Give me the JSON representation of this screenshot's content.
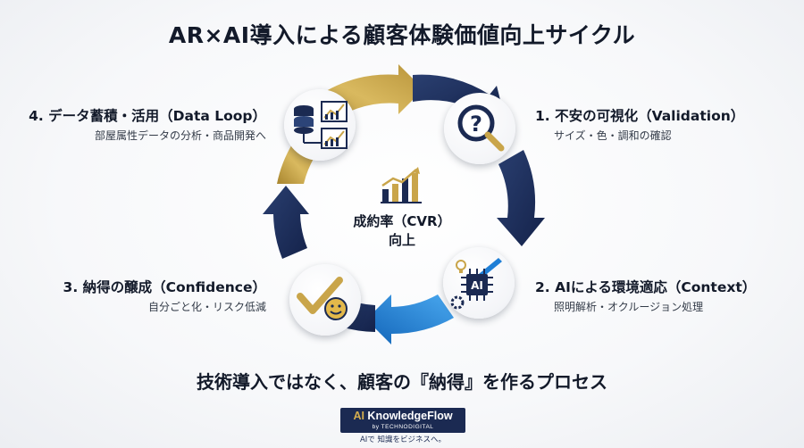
{
  "title": "AR×AI導入による顧客体験価値向上サイクル",
  "center": {
    "line1": "成約率（CVR）",
    "line2": "向上"
  },
  "steps": [
    {
      "title": "1. 不安の可視化（Validation）",
      "desc": "サイズ・色・調和の確認",
      "icon": "question-magnifier-icon"
    },
    {
      "title": "2. AIによる環境適応（Context）",
      "desc": "照明解析・オクルージョン処理",
      "icon": "ai-chip-icon"
    },
    {
      "title": "3. 納得の醸成（Confidence）",
      "desc": "自分ごと化・リスク低減",
      "icon": "checkmark-smile-icon"
    },
    {
      "title": "4. データ蓄積・活用（Data Loop）",
      "desc": "部屋属性データの分析・商品開発へ",
      "icon": "database-chart-icon"
    }
  ],
  "chip_label": "AI",
  "tagline": "技術導入ではなく、顧客の『納得』を作るプロセス",
  "logo": {
    "ai": "AI",
    "name": " KnowledgeFlow",
    "by": "by TECHNODIGITAL",
    "tagline": "AIで 知識をビジネスへ。"
  },
  "colors": {
    "navy": "#1b2a52",
    "gold": "#c9a54a",
    "blue": "#1f7fd6"
  }
}
